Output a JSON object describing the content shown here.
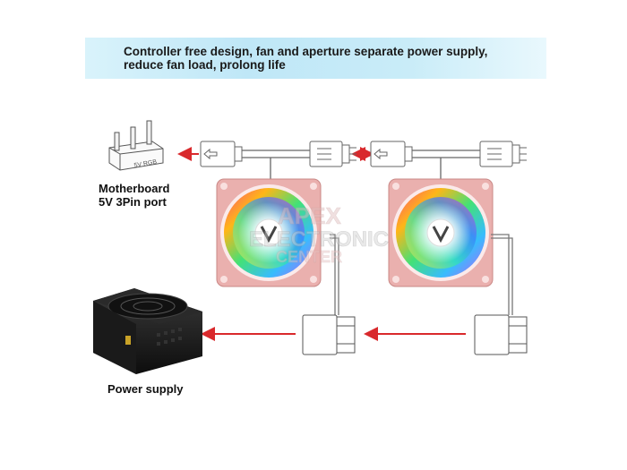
{
  "banner": {
    "line1": "Controller free design, fan and aperture separate power supply,",
    "line2": "reduce fan load, prolong life"
  },
  "motherboard": {
    "port_text": "5V RGB",
    "label_line1": "Motherboard",
    "label_line2": "5V 3Pin port"
  },
  "psu": {
    "label": "Power supply"
  },
  "watermark": {
    "line1": "APEX",
    "line2": "ELECTRONIC",
    "line3": "CENTER"
  },
  "colors": {
    "arrow": "#d9292c",
    "fan_frame": "#e9a9a8",
    "wire": "#666666",
    "banner_start": "#d9f3fb",
    "banner_end": "#e9f8fd"
  },
  "icons": {
    "fan_logo": "v-logo-icon",
    "connector": "3pin-connector-icon",
    "molex": "molex-connector-icon"
  }
}
